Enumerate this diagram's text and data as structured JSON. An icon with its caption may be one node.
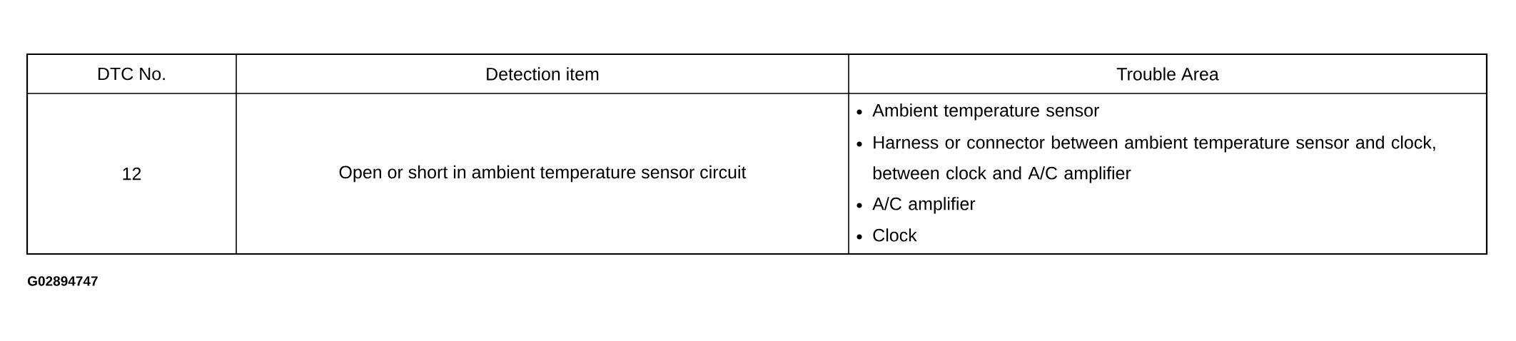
{
  "diagram": {
    "labels": [
      "DTC No.",
      "Detection item",
      "Trouble Area",
      "12",
      "Open or short in ambient temperature sensor circuit",
      "Ambient temperature sensor",
      "Harness or connector between ambient temperature sensor and clock, between clock and A/C amplifier",
      "A/C amplifier",
      "Clock",
      "G02894747"
    ]
  }
}
